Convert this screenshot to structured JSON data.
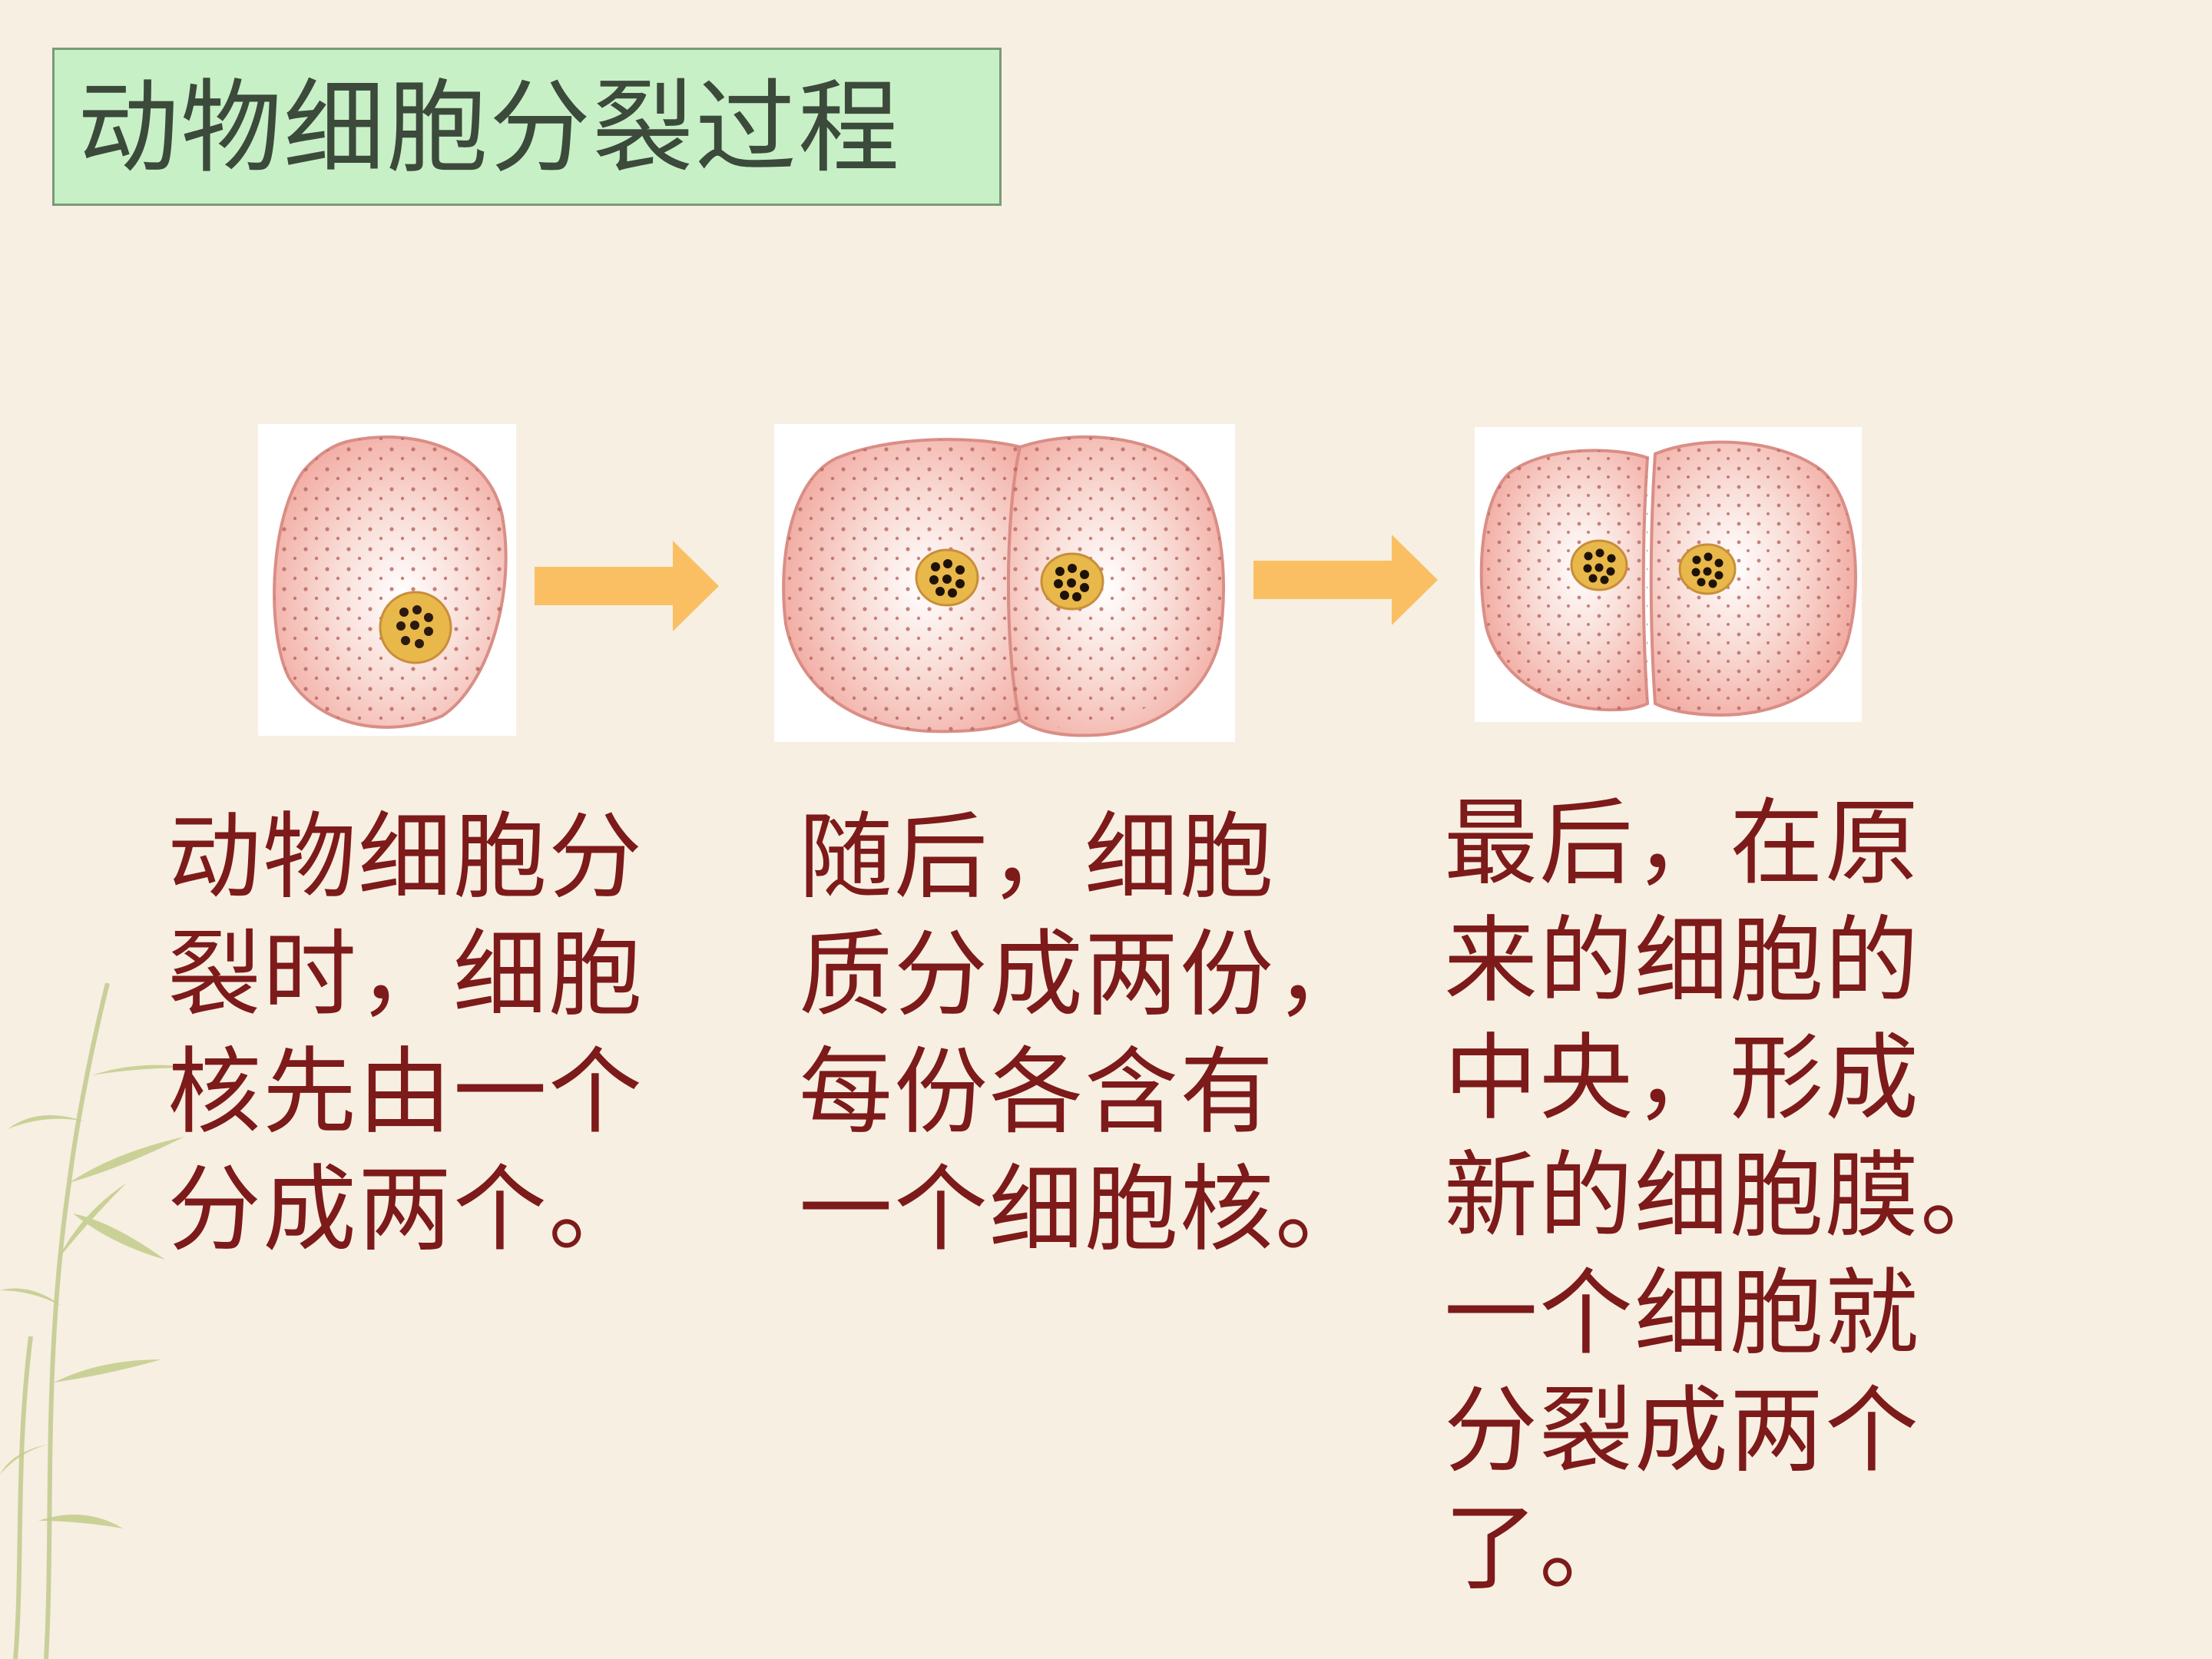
{
  "slide": {
    "title": "动物细胞分裂过程"
  },
  "stages": [
    {
      "caption": "动物细胞分\n裂时，细胞\n核先由一个\n分成两个。"
    },
    {
      "caption": "随后，细胞\n质分成两份，\n每份各含有\n一个细胞核。"
    },
    {
      "caption": "最后，在原\n来的细胞的\n中央，形成\n新的细胞膜。\n一个细胞就\n分裂成两个\n了。"
    }
  ],
  "colors": {
    "background": "#f7efe2",
    "title_box": "#c8f0c6",
    "caption_text": "#7d1a1a",
    "arrow": "#fbbf63",
    "cell_fill": "#f4b2aa",
    "nucleus": "#e8b84a"
  },
  "icons": [
    "arrow-right-icon",
    "arrow-right-icon",
    "bamboo-decoration"
  ]
}
